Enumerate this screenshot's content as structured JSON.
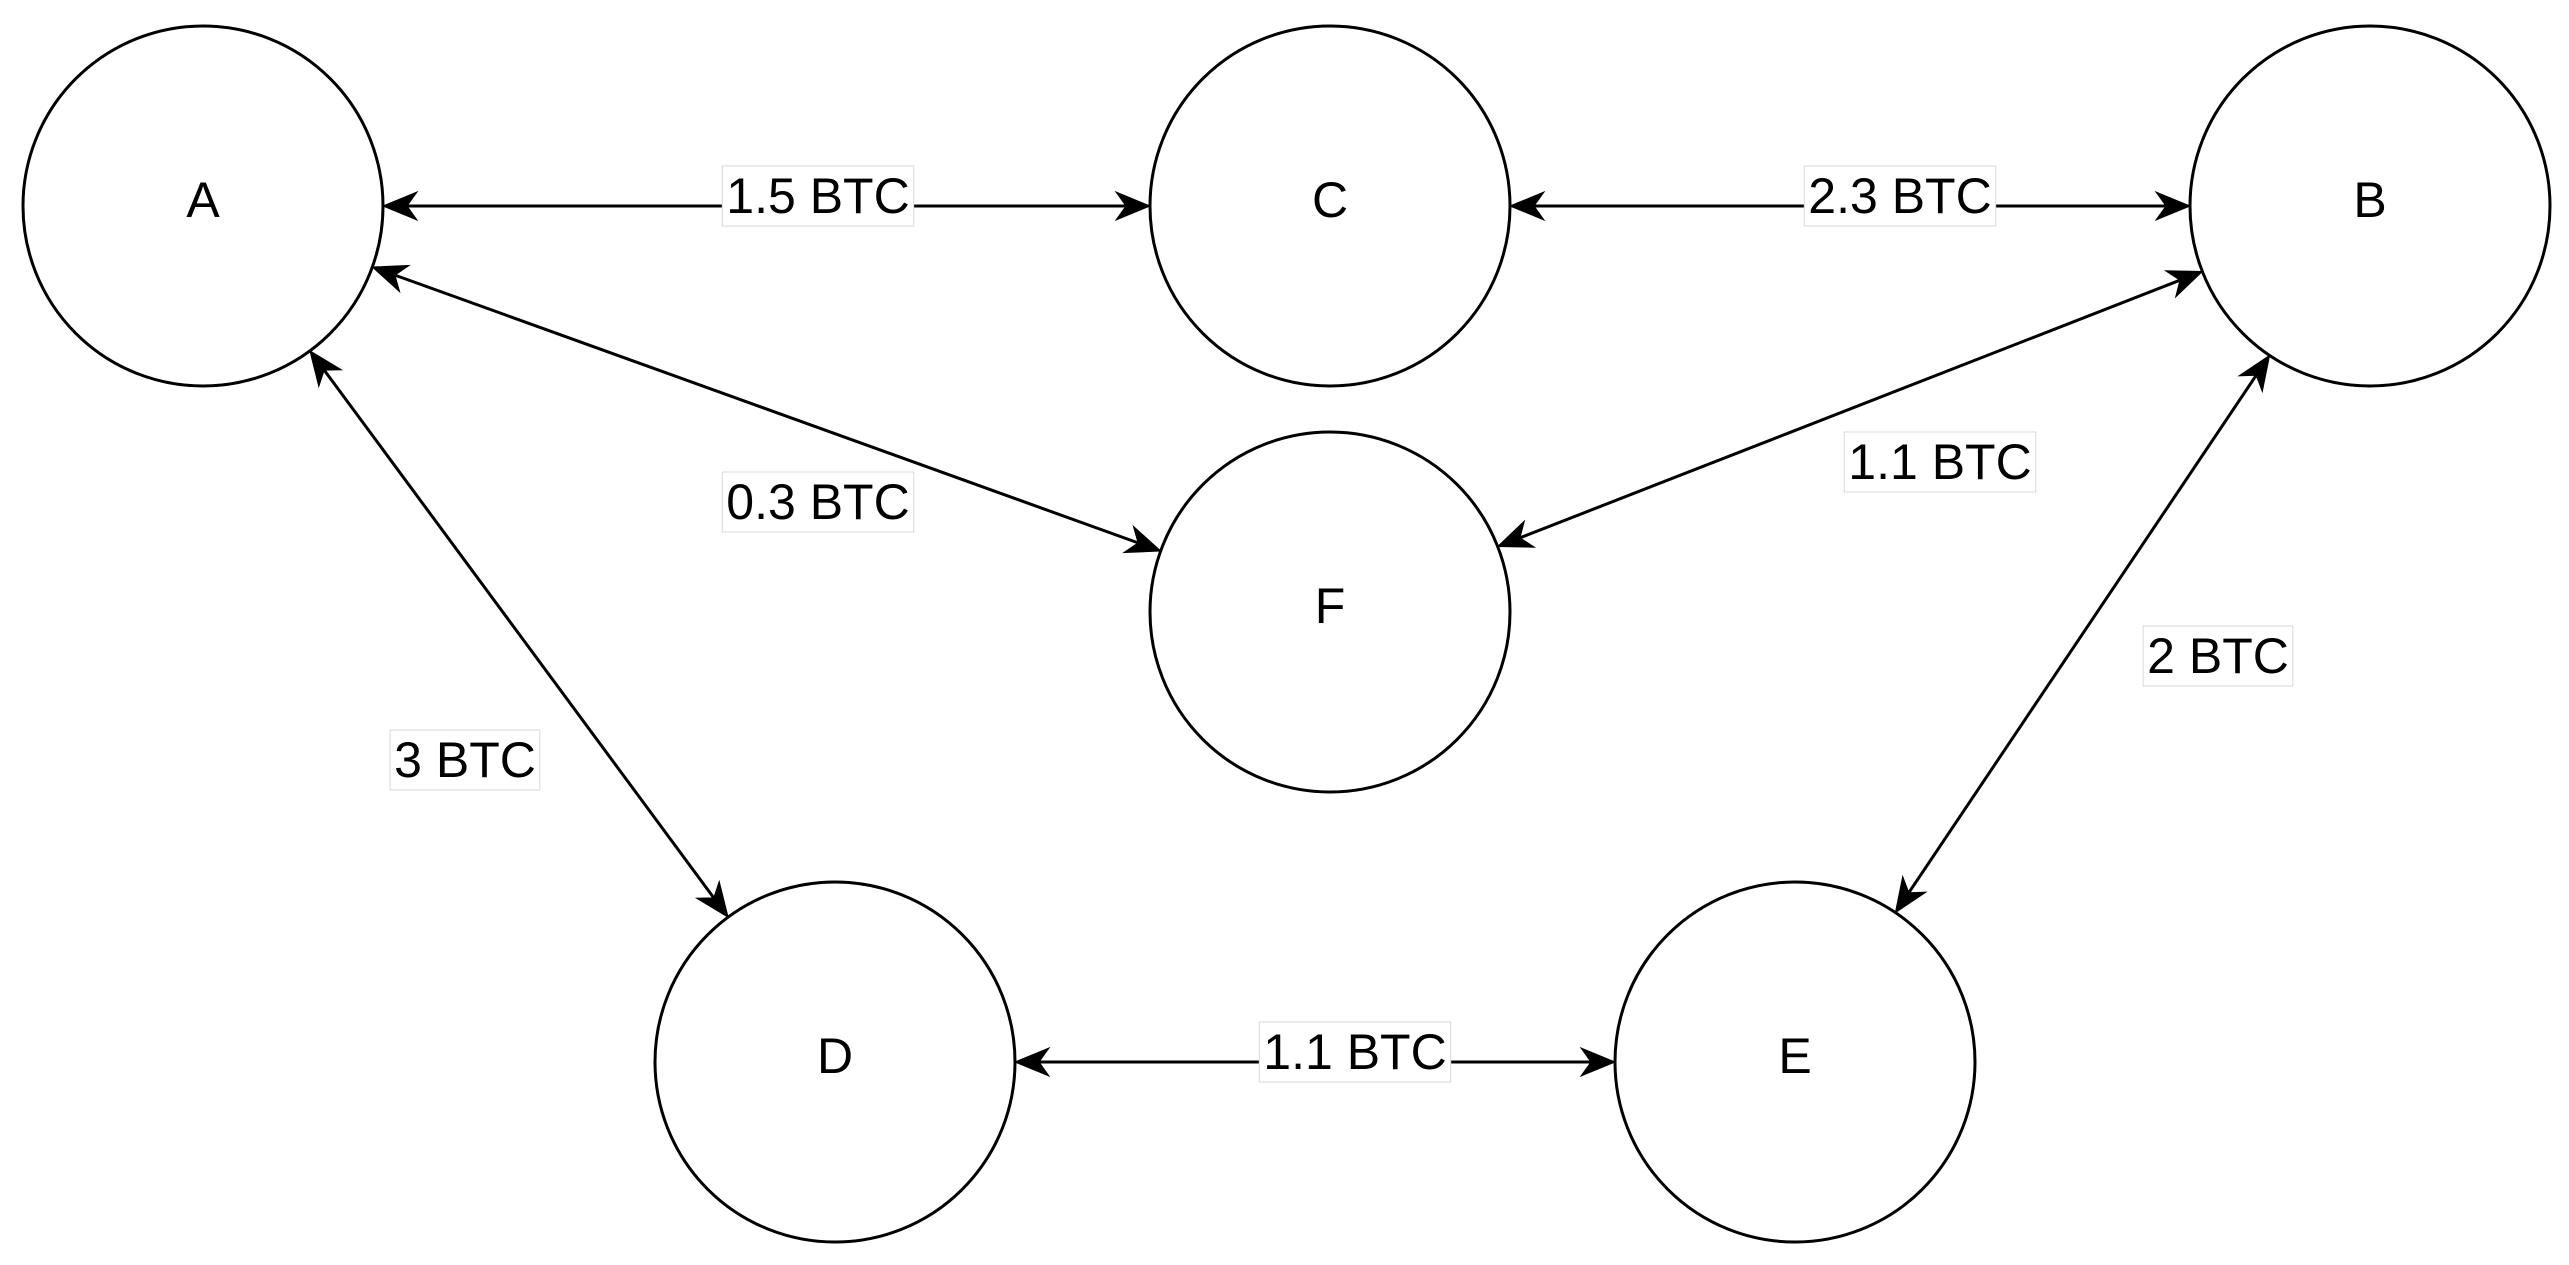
{
  "diagram": {
    "nodes": [
      {
        "id": "A",
        "label": "A"
      },
      {
        "id": "C",
        "label": "C"
      },
      {
        "id": "B",
        "label": "B"
      },
      {
        "id": "F",
        "label": "F"
      },
      {
        "id": "D",
        "label": "D"
      },
      {
        "id": "E",
        "label": "E"
      }
    ],
    "edges": [
      {
        "from": "A",
        "to": "C",
        "label": "1.5 BTC",
        "bidirectional": true
      },
      {
        "from": "C",
        "to": "B",
        "label": "2.3 BTC",
        "bidirectional": true
      },
      {
        "from": "A",
        "to": "F",
        "label": "0.3 BTC",
        "bidirectional": true
      },
      {
        "from": "F",
        "to": "B",
        "label": "1.1 BTC",
        "bidirectional": true
      },
      {
        "from": "A",
        "to": "D",
        "label": "3 BTC",
        "bidirectional": true
      },
      {
        "from": "B",
        "to": "E",
        "label": "2 BTC",
        "bidirectional": true
      },
      {
        "from": "D",
        "to": "E",
        "label": "1.1 BTC",
        "bidirectional": true
      }
    ]
  }
}
